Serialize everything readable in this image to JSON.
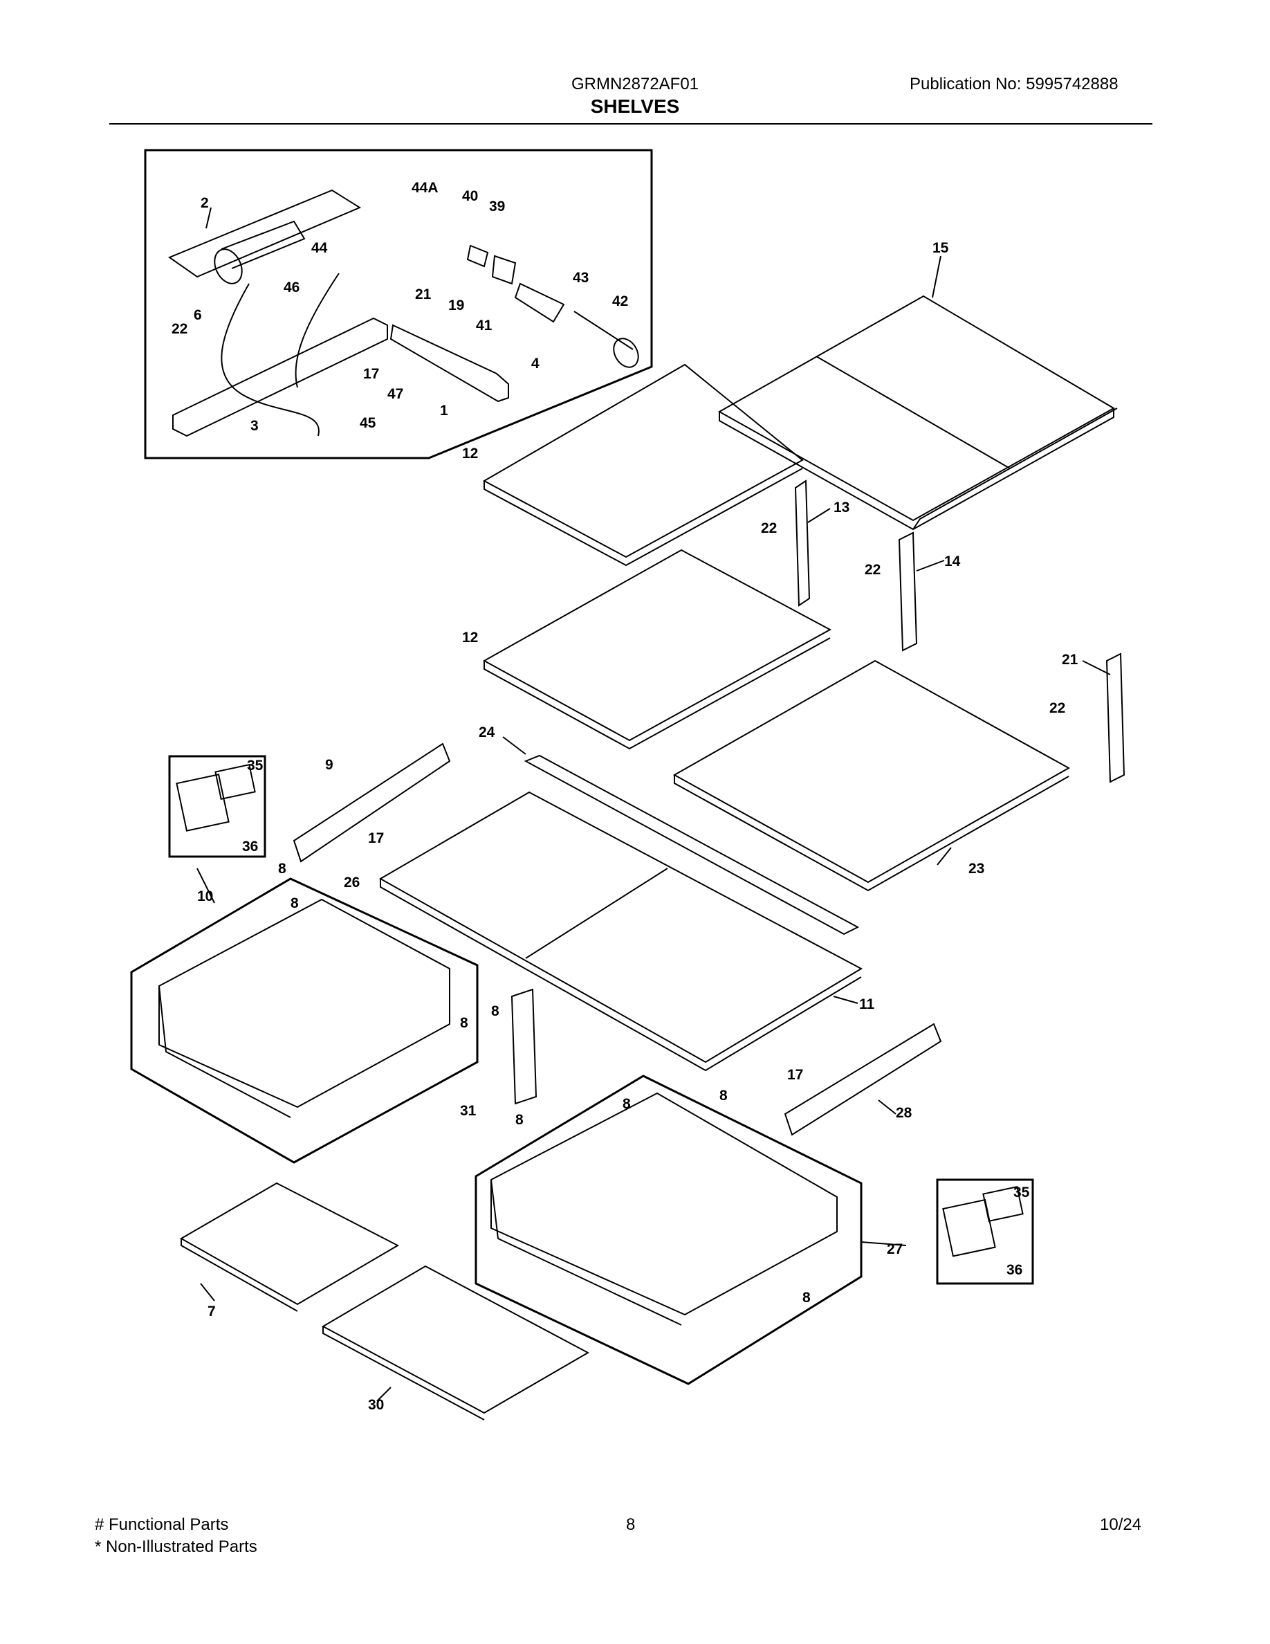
{
  "header": {
    "model": "GRMN2872AF01",
    "title": "SHELVES",
    "publication": "Publication No:  5995742888"
  },
  "footer": {
    "legend_functional": "# Functional Parts",
    "legend_non_illustrated": "* Non-Illustrated Parts",
    "page_number": "8",
    "date": "10/24"
  },
  "callouts": {
    "p1": "1",
    "p2": "2",
    "p3": "3",
    "p4": "4",
    "p6": "6",
    "p7": "7",
    "p8": "8",
    "p9": "9",
    "p10": "10",
    "p11": "11",
    "p12": "12",
    "p13": "13",
    "p14": "14",
    "p15": "15",
    "p17": "17",
    "p19": "19",
    "p21": "21",
    "p22": "22",
    "p23": "23",
    "p24": "24",
    "p26": "26",
    "p27": "27",
    "p28": "28",
    "p30": "30",
    "p31": "31",
    "p35": "35",
    "p36": "36",
    "p39": "39",
    "p40": "40",
    "p41": "41",
    "p42": "42",
    "p43": "43",
    "p44": "44",
    "p44a": "44A",
    "p45": "45",
    "p46": "46",
    "p47": "47"
  }
}
